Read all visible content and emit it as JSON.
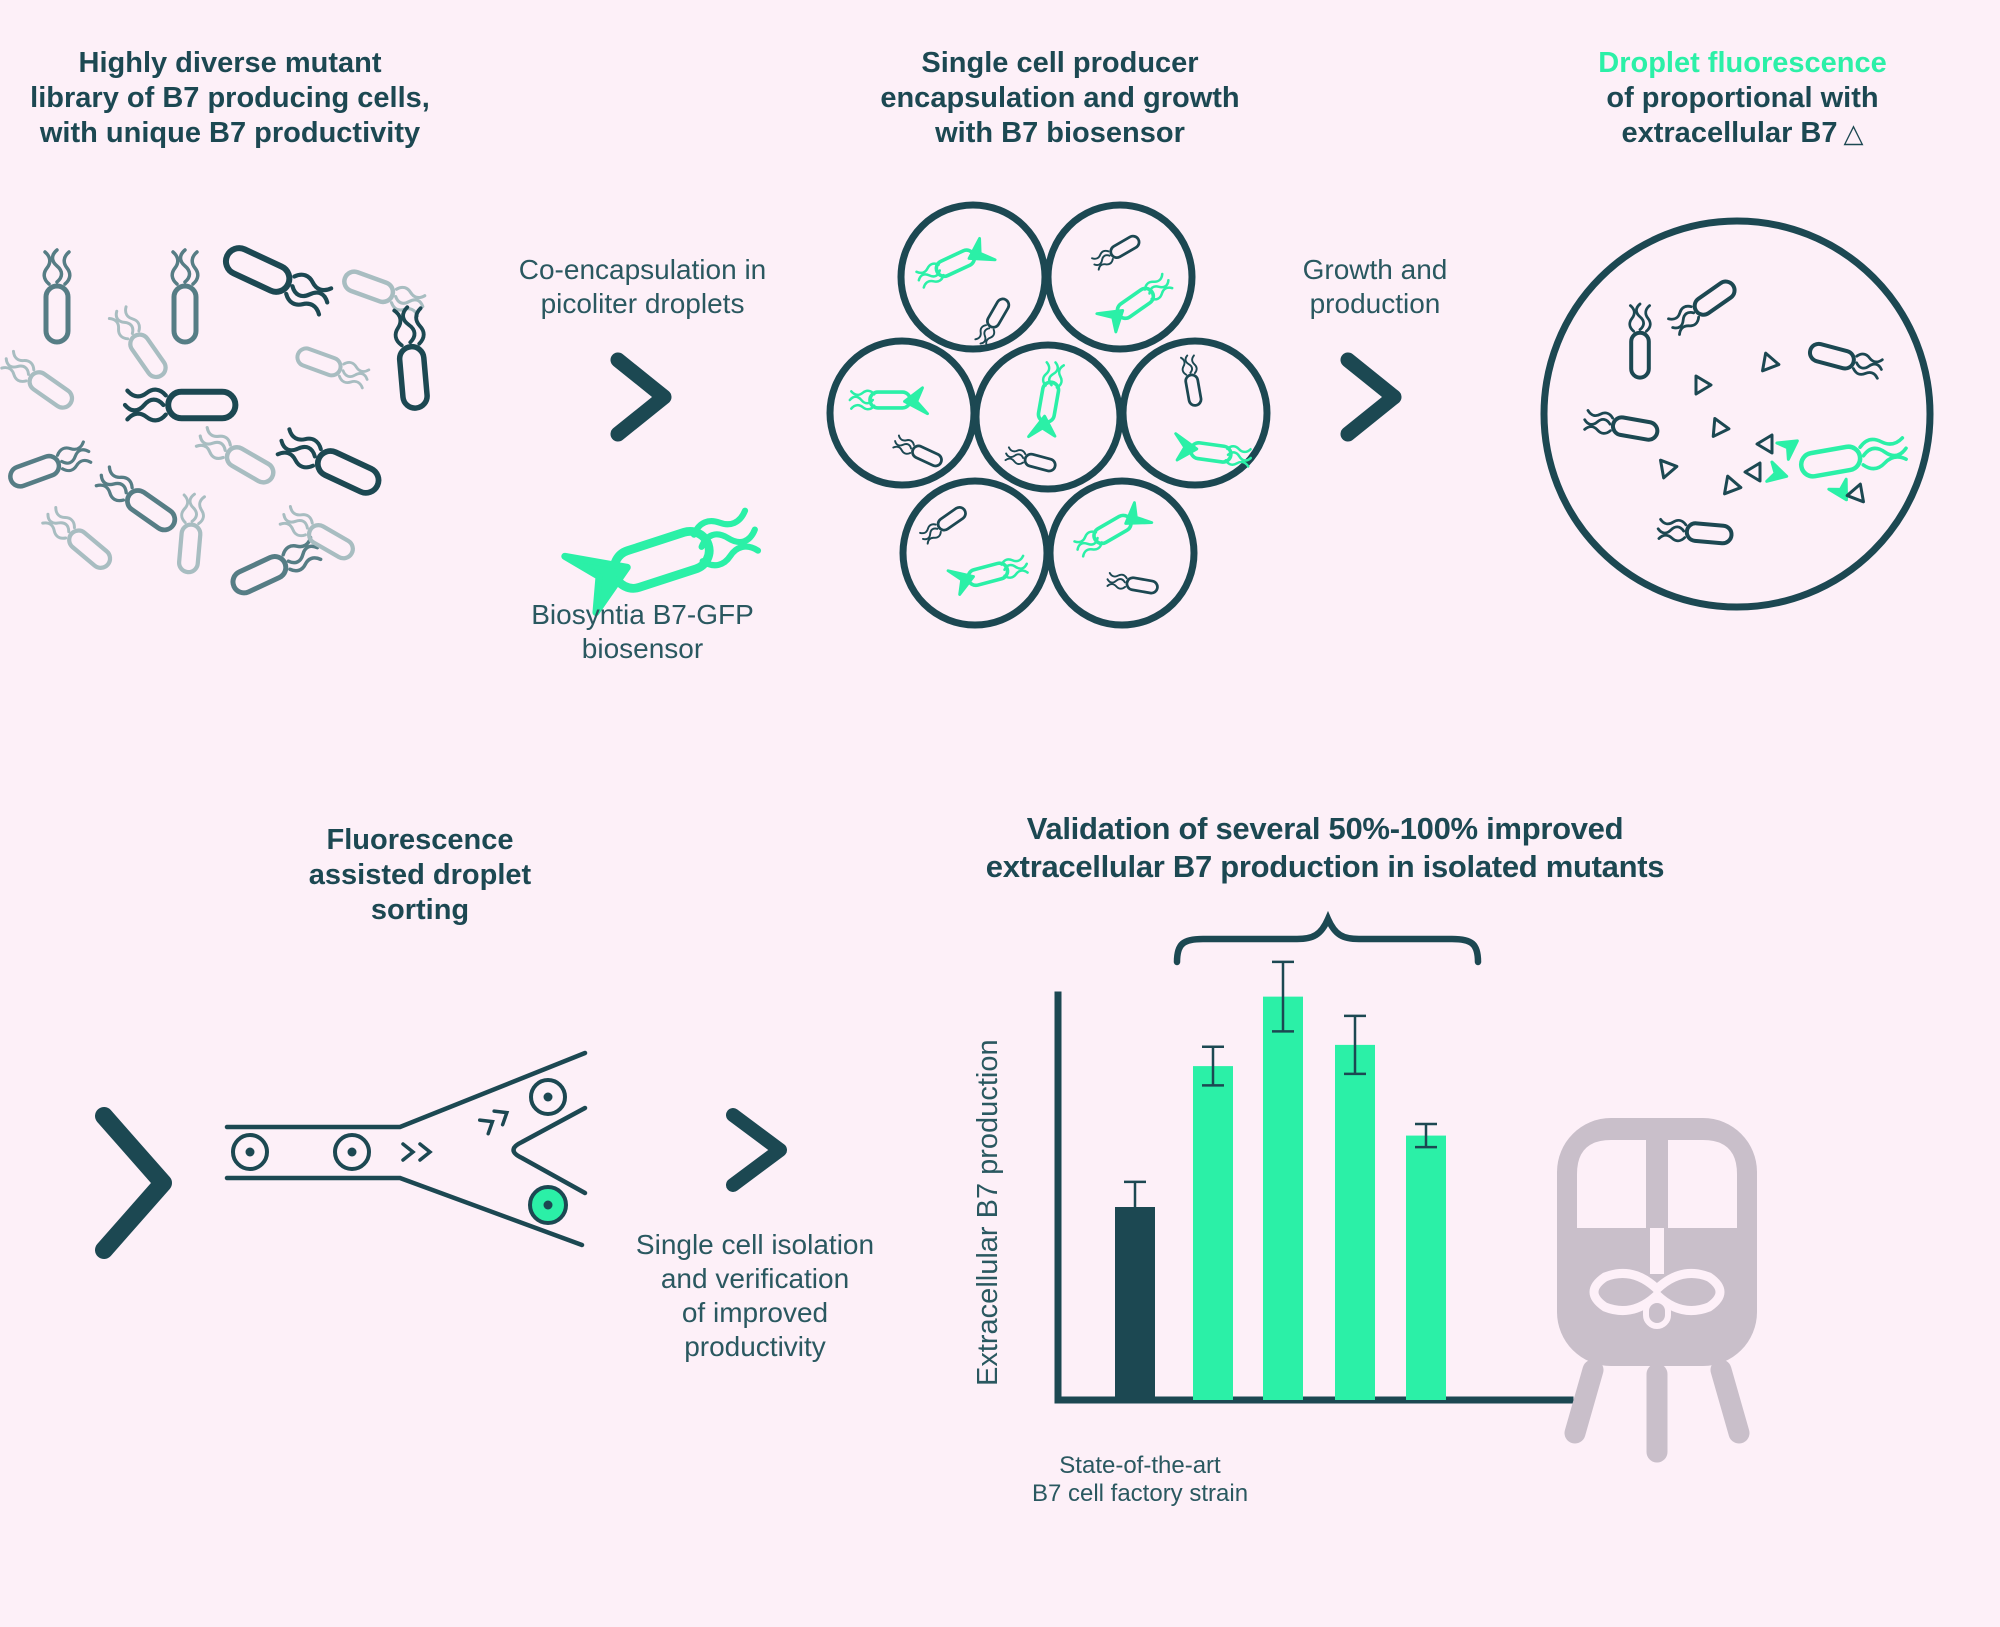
{
  "colors": {
    "background": "#fdf0f8",
    "dark_teal": "#1c4852",
    "accent_green": "#2bf0a7",
    "logo_gray": "#c9bfca",
    "bacteria_mid": "#567d85",
    "bacteria_light": "#a8bdc1"
  },
  "panels": {
    "library": {
      "title_lines": [
        "Highly diverse mutant",
        "library of B7 producing cells,",
        "with unique B7 productivity"
      ]
    },
    "coencapsulation": {
      "label_lines": [
        "Co-encapsulation in",
        "picoliter droplets"
      ],
      "biosensor_lines": [
        "Biosyntia B7-GFP",
        "biosensor"
      ]
    },
    "encapsulation": {
      "title_lines": [
        "Single cell producer",
        "encapsulation and growth",
        "with B7 biosensor"
      ]
    },
    "growth": {
      "label_lines": [
        "Growth and",
        "production"
      ]
    },
    "fluorescence": {
      "title_line1": "Droplet fluorescence",
      "title_line2": "of proportional with",
      "title_line3": "extracellular B7",
      "delta_symbol": "△"
    },
    "sorting": {
      "title_lines": [
        "Fluorescence",
        "assisted droplet",
        "sorting"
      ]
    },
    "isolation": {
      "label_lines": [
        "Single cell isolation",
        "and verification",
        "of improved",
        "productivity"
      ]
    }
  },
  "chart_data": {
    "type": "bar",
    "title": "Validation of several 50%-100% improved extracellular B7 production in isolated mutants",
    "title_lines": [
      "Validation of several 50%-100% improved",
      "extracellular B7 production in isolated mutants"
    ],
    "ylabel": "Extracellular B7 production",
    "xlabel": "",
    "categories": [
      "State-of-the-art B7 cell factory strain",
      "",
      "",
      "",
      ""
    ],
    "xtick_lines": [
      "State-of-the-art",
      "B7 cell factory strain"
    ],
    "values": [
      1.0,
      1.73,
      2.09,
      1.84,
      1.37
    ],
    "errors": [
      0.13,
      0.1,
      0.18,
      0.15,
      0.06
    ],
    "bar_colors": [
      "#1c4852",
      "#2bf0a7",
      "#2bf0a7",
      "#2bf0a7",
      "#2bf0a7"
    ],
    "ylim": [
      0,
      2.3
    ],
    "grid": false,
    "legend": "none",
    "annotation": "curly brace spanning the four improved-mutant bars"
  }
}
